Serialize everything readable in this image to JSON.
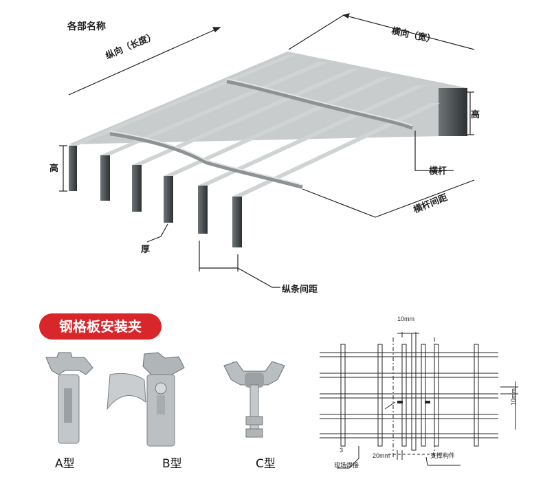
{
  "top": {
    "title": "各部名称",
    "longitudinal": "纵向（长度）",
    "transverse": "横向（宽）",
    "height_right": "高",
    "height_left": "高",
    "crossbar": "横杆",
    "crossbar_spacing": "横杆间距",
    "thickness": "厚",
    "bearing_spacing": "纵条间距"
  },
  "clips": {
    "badge": "钢格板安装夹",
    "type_a": "A型",
    "type_b": "B型",
    "type_c": "C型"
  },
  "drawing": {
    "dim_top": "10mm",
    "dim_right": "10mm",
    "dim_bottom": "20mm",
    "weld_num": "3",
    "weld": "现场焊接",
    "support": "支撑构件"
  }
}
